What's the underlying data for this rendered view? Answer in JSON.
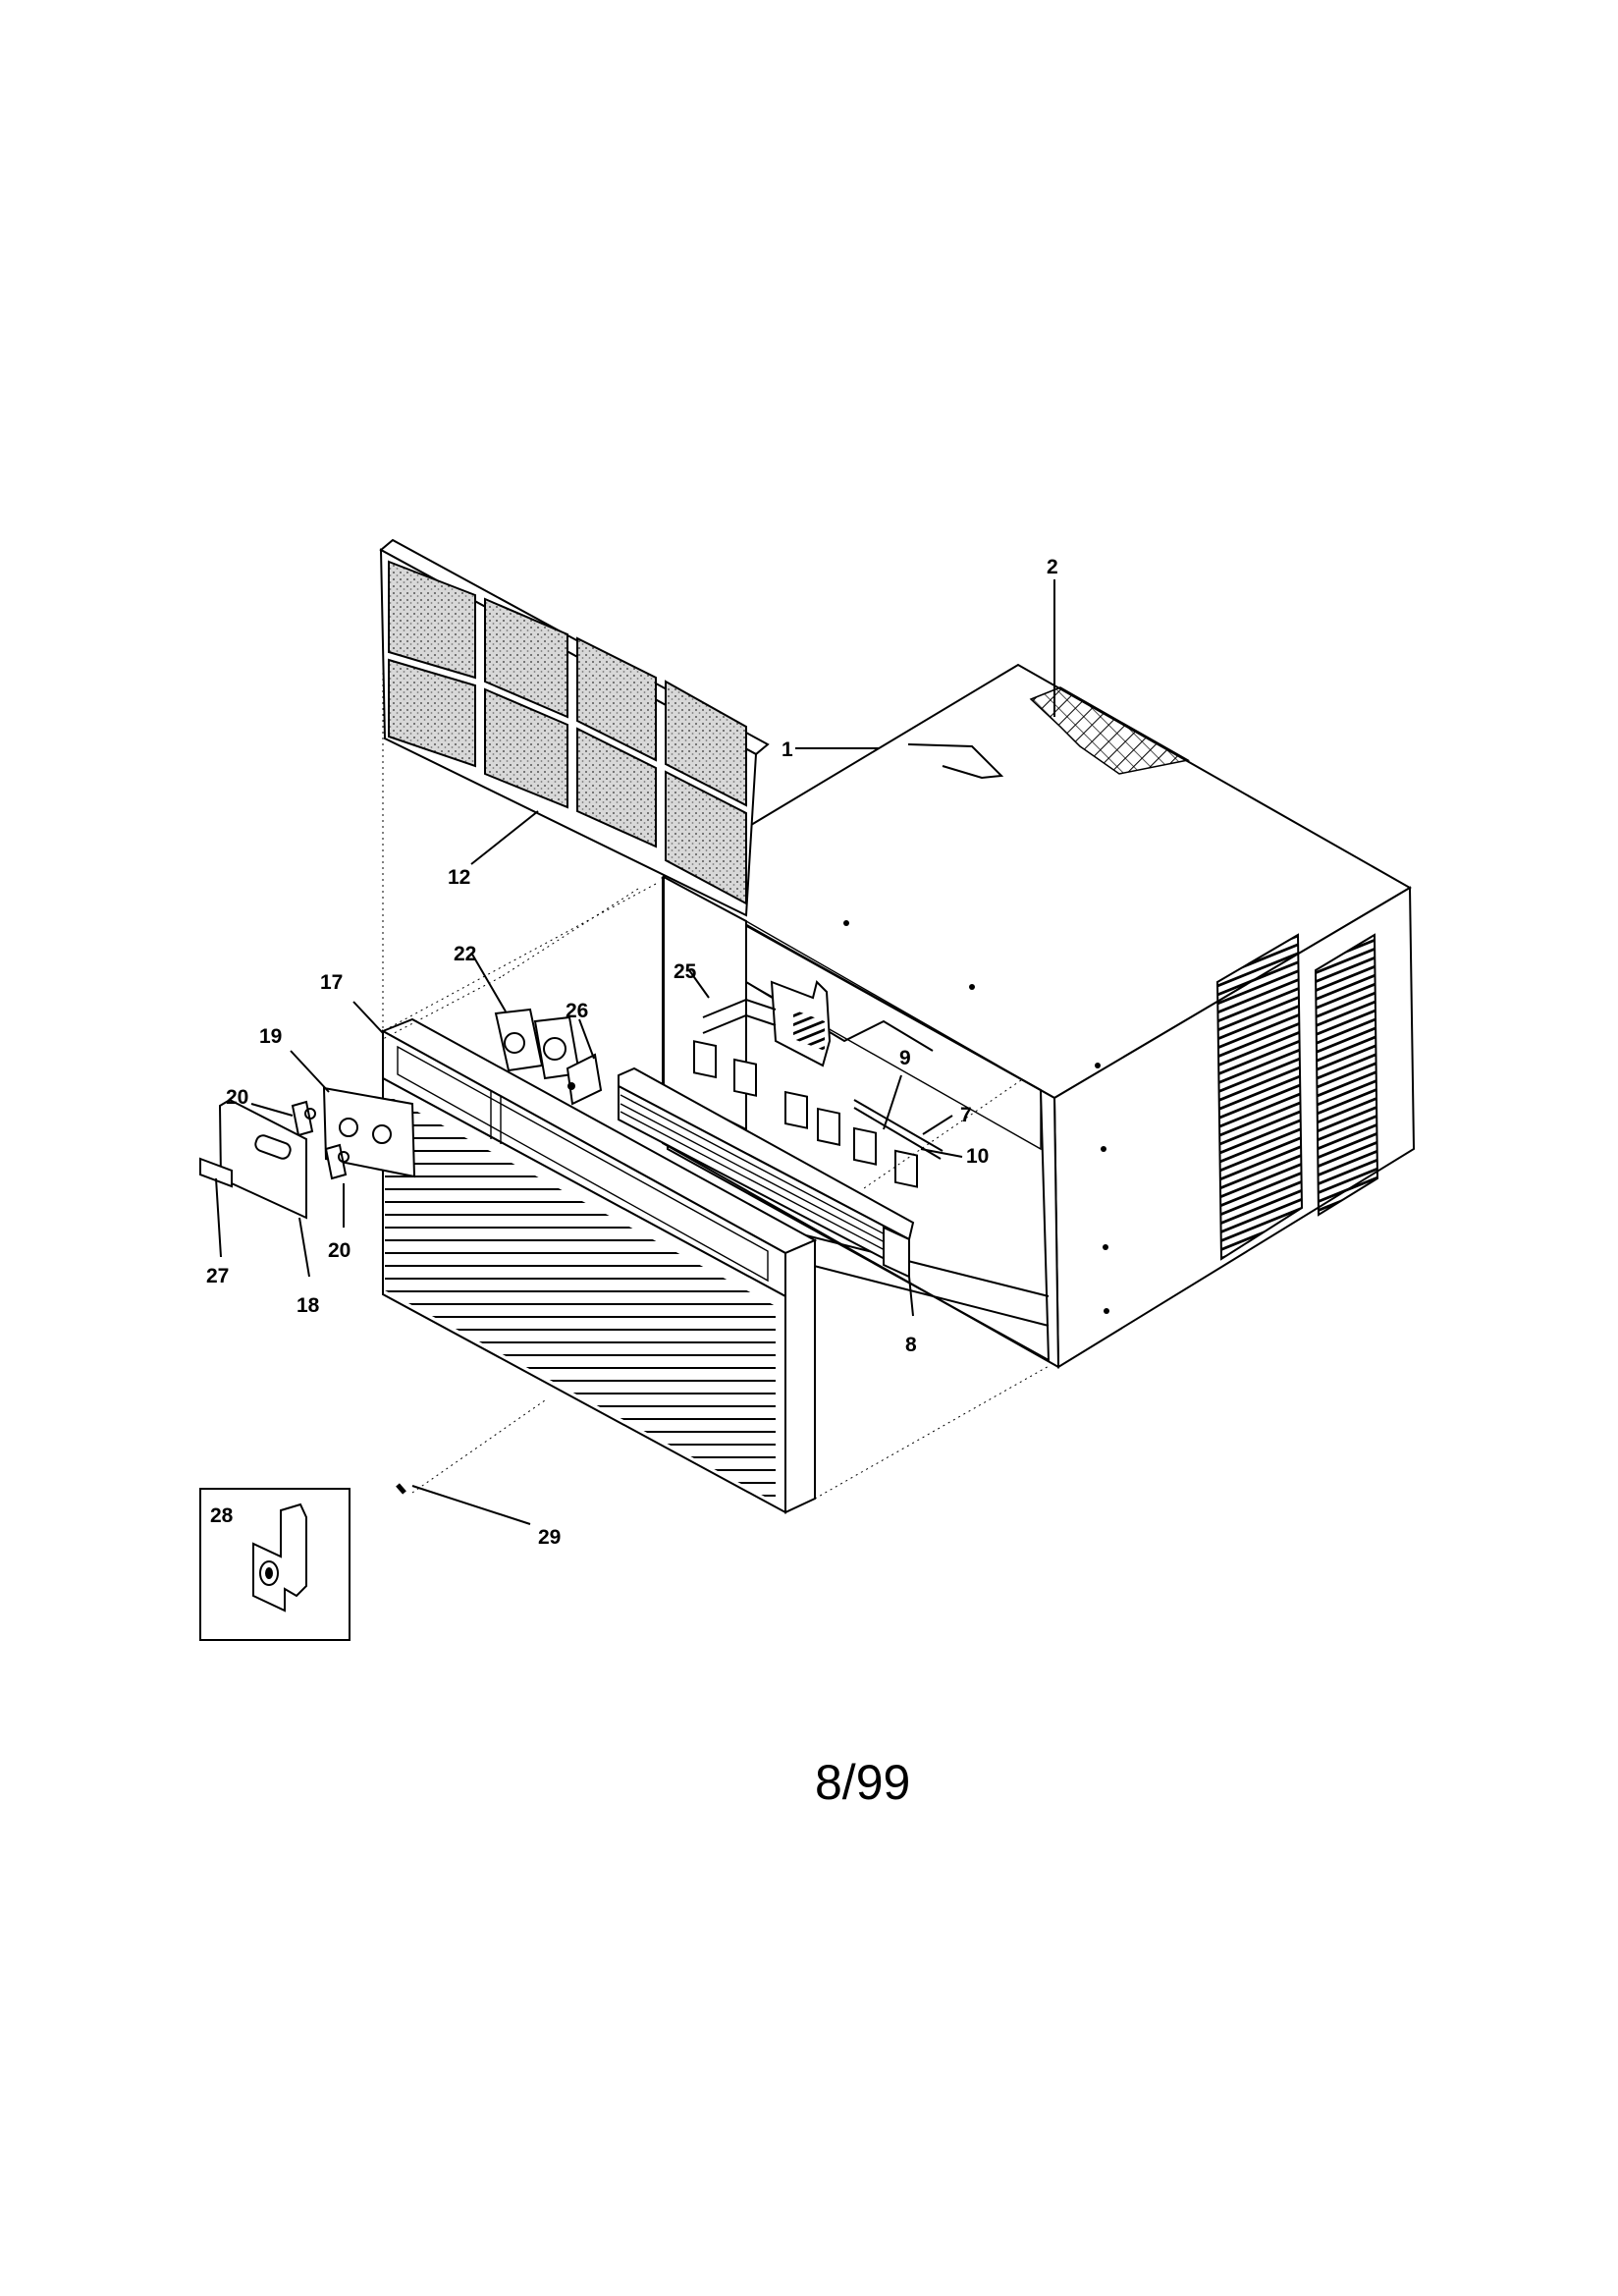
{
  "callouts": {
    "c1": "1",
    "c2": "2",
    "c7": "7",
    "c8": "8",
    "c9": "9",
    "c10": "10",
    "c12": "12",
    "c17": "17",
    "c18": "18",
    "c19": "19",
    "c20a": "20",
    "c20b": "20",
    "c22": "22",
    "c25": "25",
    "c26": "26",
    "c27": "27",
    "c28": "28",
    "c29": "29"
  },
  "date_code": "8/99"
}
